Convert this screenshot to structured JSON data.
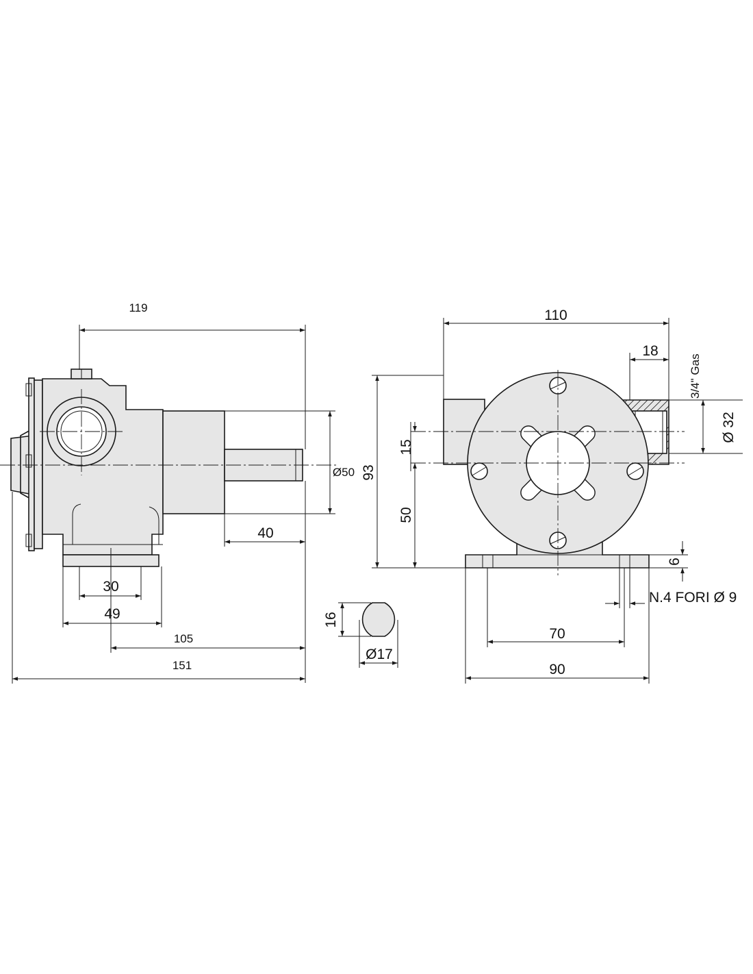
{
  "dimensions": {
    "side_overall_119": "119",
    "side_shaft_dia": "Ø50",
    "side_shaft_40": "40",
    "side_foot_30": "30",
    "side_foot_49": "49",
    "side_105": "105",
    "side_overall_151": "151",
    "shaft_key_16": "16",
    "shaft_dia_17": "Ø17",
    "front_width_110": "110",
    "front_port_18": "18",
    "front_thread": "3/4\" Gas",
    "front_port_dia": "Ø 32",
    "front_offset_15": "15",
    "front_height_93": "93",
    "front_axis_50": "50",
    "front_base_6": "6",
    "front_holes": "N.4 FORI Ø 9",
    "front_holes_70": "70",
    "front_base_90": "90"
  },
  "colors": {
    "line": "#1a1a1a",
    "body_fill": "#e6e6e6",
    "background": "#ffffff"
  }
}
